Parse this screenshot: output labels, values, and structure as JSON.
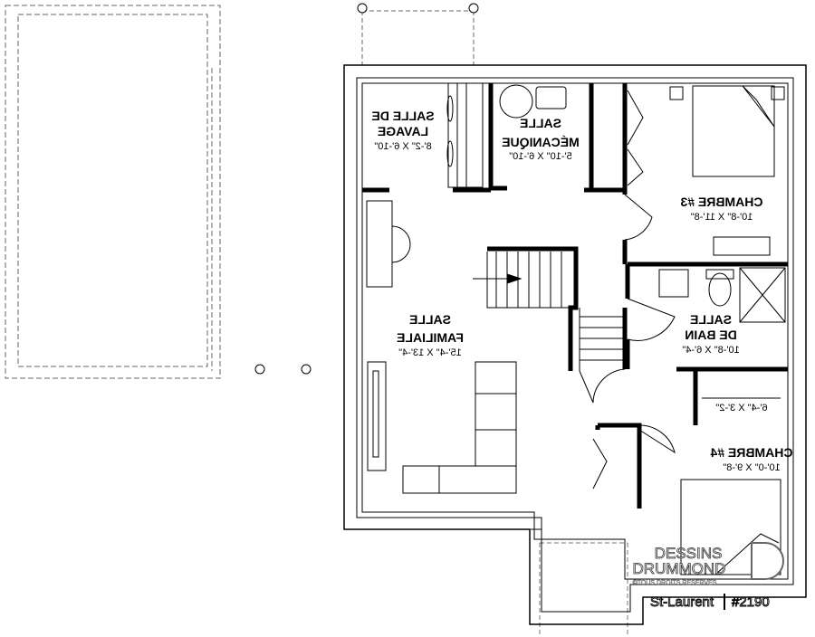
{
  "rooms": [
    {
      "id": "salle-de-lavage",
      "name_line1": "SALLE DE",
      "name_line2": "LAVAGE",
      "dimensions": "8'-2\" X 6'-10\""
    },
    {
      "id": "salle-mecanique",
      "name_line1": "SALLE",
      "name_line2": "MÉCANIQUE",
      "dimensions": "5'-10\" X 6'-10\""
    },
    {
      "id": "chambre-3",
      "name_line1": "CHAMBRE #3",
      "dimensions": "10'-8\" X 11'-8\""
    },
    {
      "id": "salle-de-bain",
      "name_line1": "SALLE",
      "name_line2": "DE BAIN",
      "dimensions": "10'-8\" X 6'-4\""
    },
    {
      "id": "salle-familiale",
      "name_line1": "SALLE",
      "name_line2": "FAMILIALE",
      "dimensions": "15'-4\" X 13'-4\""
    },
    {
      "id": "closet",
      "dimensions": "6'-4\" X 3'-2\""
    },
    {
      "id": "chambre-4",
      "name_line1": "CHAMBRE #4",
      "dimensions": "10'-0\" X 9'-8\""
    }
  ],
  "logo": {
    "line1": "DESSINS",
    "line2": "DRUMMOND",
    "line3": "©TOUS DROITS RÉSERVÉS"
  },
  "caption": {
    "plan_name": "St-Laurent",
    "plan_number": "#2190"
  }
}
